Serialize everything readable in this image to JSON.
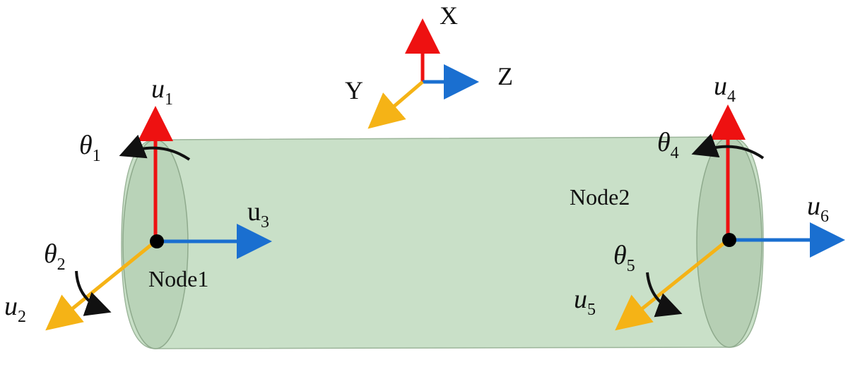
{
  "colors": {
    "x_axis": "#ee1111",
    "y_axis": "#f5b316",
    "z_axis": "#1a6fd0",
    "rotation": "#111111",
    "cylinder_fill": "#c9e0c8",
    "cylinder_edge": "#9cb59a"
  },
  "axes": {
    "x": "X",
    "y": "Y",
    "z": "Z"
  },
  "nodes": {
    "node1": "Node1",
    "node2": "Node2"
  },
  "dof": {
    "u1": {
      "sym": "u",
      "sub": "1"
    },
    "u2": {
      "sym": "u",
      "sub": "2"
    },
    "u3": {
      "sym": "u",
      "sub": "3"
    },
    "u4": {
      "sym": "u",
      "sub": "4"
    },
    "u5": {
      "sym": "u",
      "sub": "5"
    },
    "u6": {
      "sym": "u",
      "sub": "6"
    },
    "t1": {
      "sym": "θ",
      "sub": "1"
    },
    "t2": {
      "sym": "θ",
      "sub": "2"
    },
    "t4": {
      "sym": "θ",
      "sub": "4"
    },
    "t5": {
      "sym": "θ",
      "sub": "5"
    }
  }
}
